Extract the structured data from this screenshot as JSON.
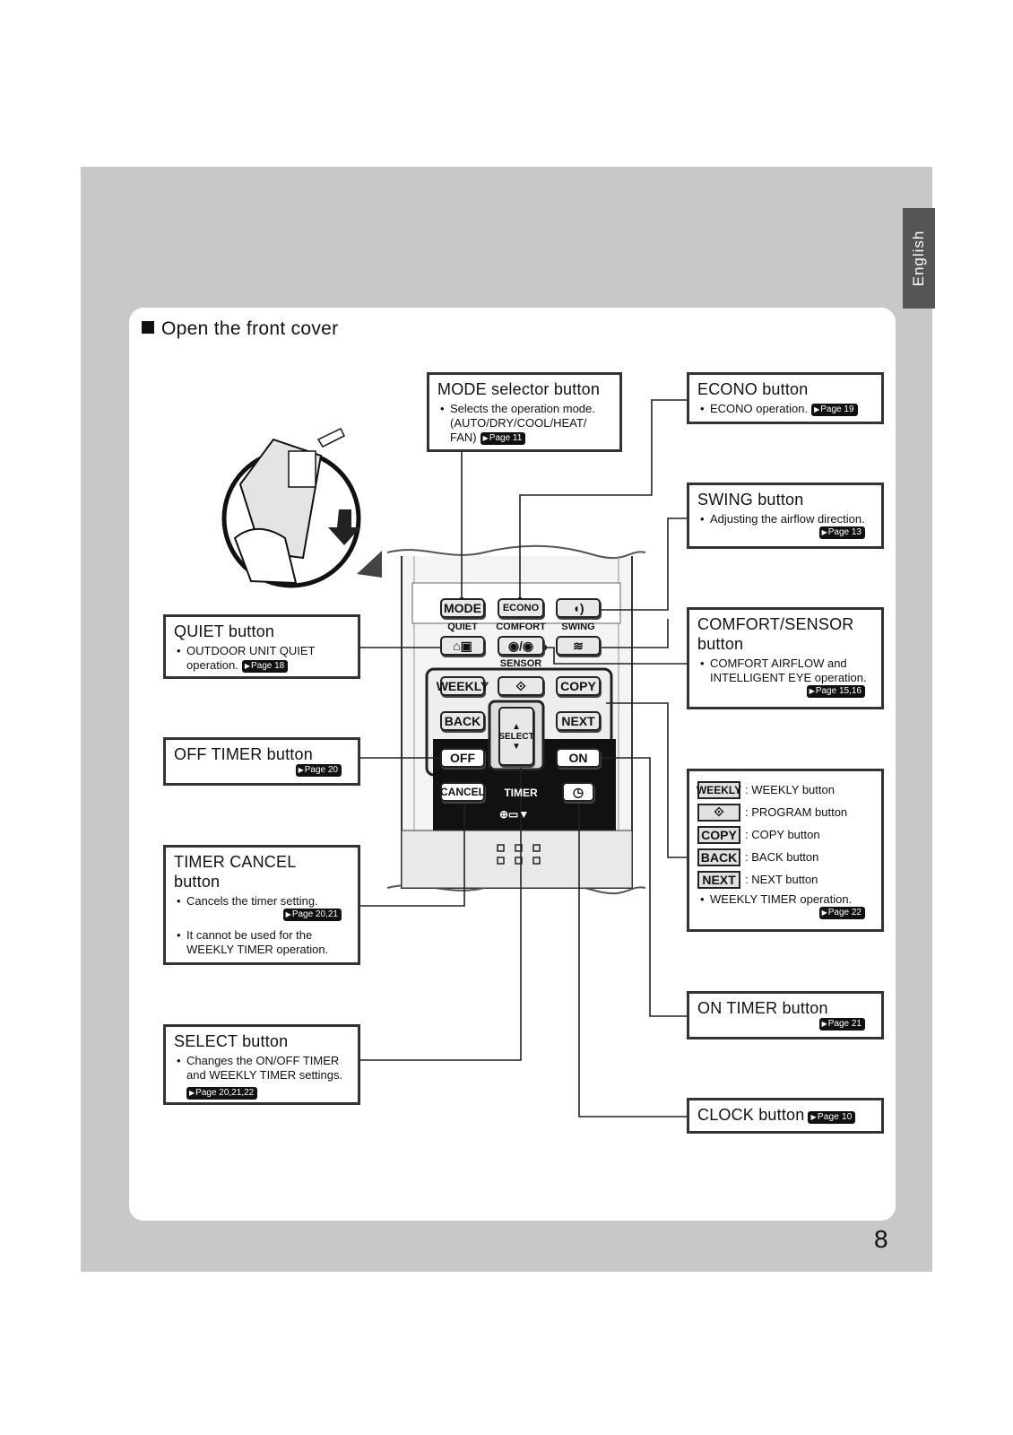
{
  "sidebar_tab": "English",
  "page_number": "8",
  "section_title": "Open the front cover",
  "callouts": {
    "mode": {
      "title": "MODE selector button",
      "desc": "Selects the operation mode.",
      "desc2": "(AUTO/DRY/COOL/HEAT/",
      "desc3": "FAN)",
      "page": "Page 11"
    },
    "econo": {
      "title": "ECONO button",
      "desc": "ECONO operation.",
      "page": "Page 19"
    },
    "swing": {
      "title": "SWING button",
      "desc": "Adjusting the airflow direction.",
      "page": "Page 13"
    },
    "comfort": {
      "title1": "COMFORT/SENSOR",
      "title2": "button",
      "desc1": "COMFORT AIRFLOW and",
      "desc2": "INTELLIGENT EYE operation.",
      "page": "Page 15,16"
    },
    "quiet": {
      "title": "QUIET button",
      "desc1": "OUTDOOR UNIT QUIET",
      "desc2": "operation.",
      "page": "Page 18"
    },
    "off_timer": {
      "title": "OFF TIMER button",
      "page": "Page 20"
    },
    "timer_cancel": {
      "title1": "TIMER CANCEL",
      "title2": "button",
      "desc1": "Cancels the timer setting.",
      "page1": "Page 20,21",
      "desc2a": "It cannot be used for the",
      "desc2b": "WEEKLY TIMER operation."
    },
    "select": {
      "title": "SELECT button",
      "desc1": "Changes the ON/OFF TIMER",
      "desc2": "and WEEKLY TIMER settings.",
      "page": "Page 20,21,22"
    },
    "weekly_group": {
      "items": [
        {
          "key": "WEEKLY",
          "label": ": WEEKLY button"
        },
        {
          "key": "⟐",
          "label": ": PROGRAM button"
        },
        {
          "key": "COPY",
          "label": ": COPY button"
        },
        {
          "key": "BACK",
          "label": ": BACK button"
        },
        {
          "key": "NEXT",
          "label": ": NEXT button"
        }
      ],
      "desc": "WEEKLY TIMER operation.",
      "page": "Page 22"
    },
    "on_timer": {
      "title": "ON TIMER button",
      "page": "Page 21"
    },
    "clock": {
      "title": "CLOCK button",
      "page": "Page 10"
    }
  },
  "remote": {
    "keys": {
      "mode": "MODE",
      "econo": "ECONO",
      "weekly": "WEEKLY",
      "program": "⟐",
      "copy": "COPY",
      "back": "BACK",
      "next": "NEXT",
      "select": "SELECT",
      "off": "OFF",
      "on": "ON",
      "cancel": "CANCEL"
    },
    "labels": {
      "quiet": "QUIET",
      "comfort": "COMFORT",
      "swing": "SWING",
      "sensor": "SENSOR",
      "timer": "TIMER"
    }
  }
}
